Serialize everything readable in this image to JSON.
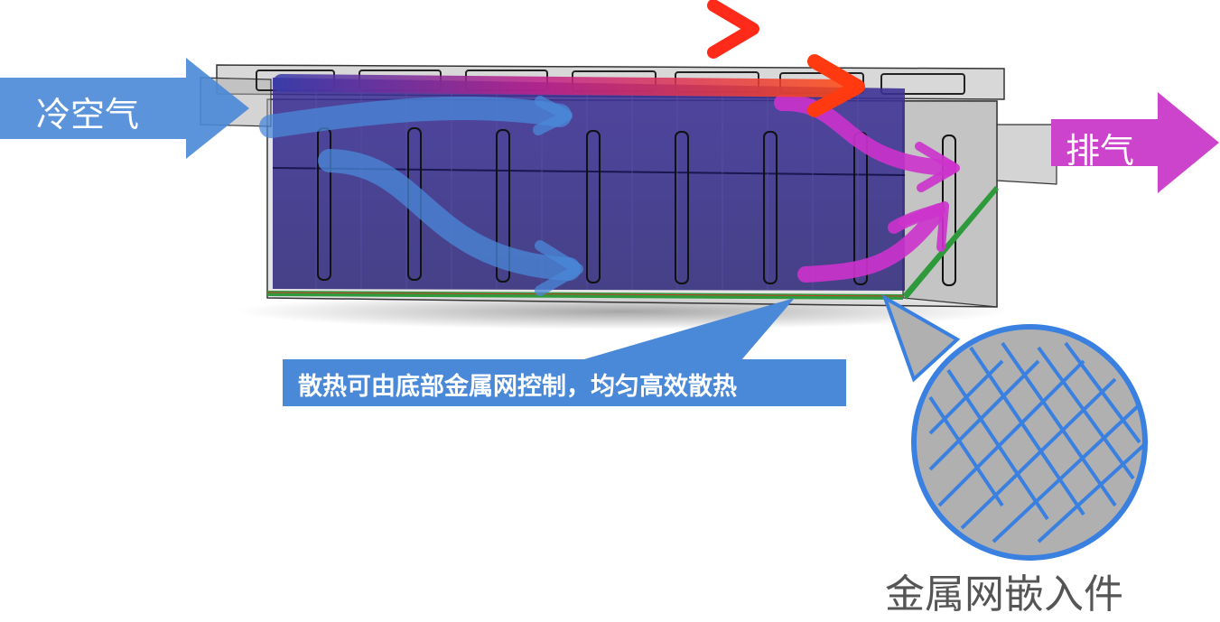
{
  "labels": {
    "inlet": "冷空气",
    "outlet": "排气",
    "note": "散热可由底部金属网控制，均匀高效散热",
    "mesh_caption": "金属网嵌入件"
  },
  "colors": {
    "cold_air": "#4a88d8",
    "exhaust": "#cc44cc",
    "hot_flow": "#ff2a1a",
    "battery": "#3a2f8f",
    "mesh_plate": "#2e9a3c",
    "housing": "#9a9a9a"
  },
  "icons": {
    "inlet_arrow": "arrow-right-icon",
    "outlet_arrow": "arrow-right-icon",
    "legend_arrow": "gradient-arrow-icon",
    "mesh_detail": "mesh-grid-icon"
  }
}
